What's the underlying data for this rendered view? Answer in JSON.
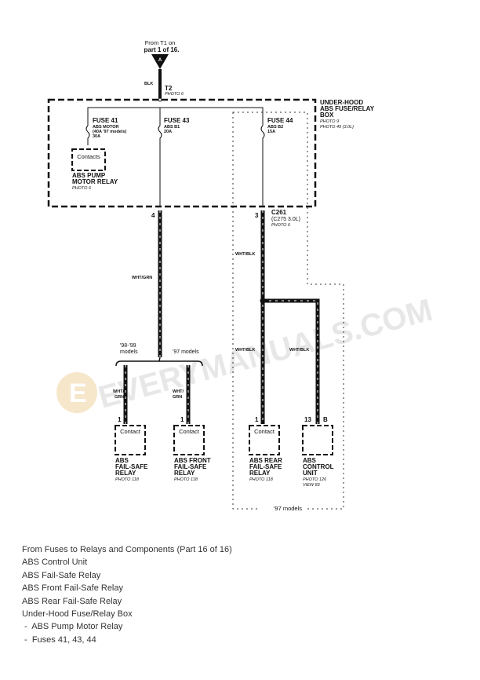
{
  "diagram": {
    "source": {
      "line1": "From T1 on",
      "line2": "part 1 of 16.",
      "connector": "A"
    },
    "main_wire": {
      "color": "BLK",
      "terminal": "T2",
      "photo": "PHOTO 6"
    },
    "box": {
      "title1": "UNDER-HOOD",
      "title2": "ABS FUSE/RELAY",
      "title3": "BOX",
      "photo1": "PHOTO 9",
      "photo2": "PHOTO 49 (3.0L)"
    },
    "fuses": [
      {
        "name": "FUSE 41",
        "l1": "ABS MOTOR",
        "l2": "(40A '97 models)",
        "l3": "30A"
      },
      {
        "name": "FUSE 43",
        "l1": "ABS B1",
        "l2": "20A"
      },
      {
        "name": "FUSE 44",
        "l1": "ABS B2",
        "l2": "15A"
      }
    ],
    "pump_relay": {
      "contacts": "Contacts",
      "n1": "ABS PUMP",
      "n2": "MOTOR RELAY",
      "photo": "PHOTO 6"
    },
    "pins": {
      "p4": "4",
      "p3": "3",
      "connector": "C261",
      "connector_alt": "(C275 3.0L)",
      "photo": "PHOTO 6"
    },
    "wires": {
      "wht_grn": "WHT/GRN",
      "wht_blk_1": "WHT/BLK",
      "wht_blk_2": "WHT/BLK",
      "wht_blk_3": "WHT/BLK",
      "wht1": "WHT/",
      "grn1": "GRN",
      "wht2": "WHT/",
      "grn2": "GRN"
    },
    "models": {
      "a1": "'98-'99",
      "a2": "models",
      "b": "'97 models",
      "c": "'97 models"
    },
    "components": [
      {
        "pin": "1",
        "contact": "Contact",
        "n1": "ABS",
        "n2": "FAIL-SAFE",
        "n3": "RELAY",
        "photo": "PHOTO 118"
      },
      {
        "pin": "1",
        "contact": "Contact",
        "n1": "ABS FRONT",
        "n2": "FAIL-SAFE",
        "n3": "RELAY",
        "photo": "PHOTO 118"
      },
      {
        "pin": "1",
        "contact": "Contact",
        "n1": "ABS REAR",
        "n2": "FAIL-SAFE",
        "n3": "RELAY",
        "photo": "PHOTO 118"
      },
      {
        "pin": "13",
        "pin2": "B",
        "n1": "ABS",
        "n2": "CONTROL",
        "n3": "UNIT",
        "photo": "PHOTO 126",
        "photo2": "VIEW 83"
      }
    ],
    "watermark": "EVERYMANUALS.COM"
  },
  "caption": [
    "From Fuses to Relays and Components (Part 16 of 16)",
    "ABS Control Unit",
    "ABS Fail-Safe Relay",
    "ABS Front Fail-Safe Relay",
    "ABS Rear Fail-Safe Relay",
    "Under-Hood Fuse/Relay Box",
    " -  ABS Pump Motor Relay",
    " -  Fuses 41, 43, 44"
  ]
}
